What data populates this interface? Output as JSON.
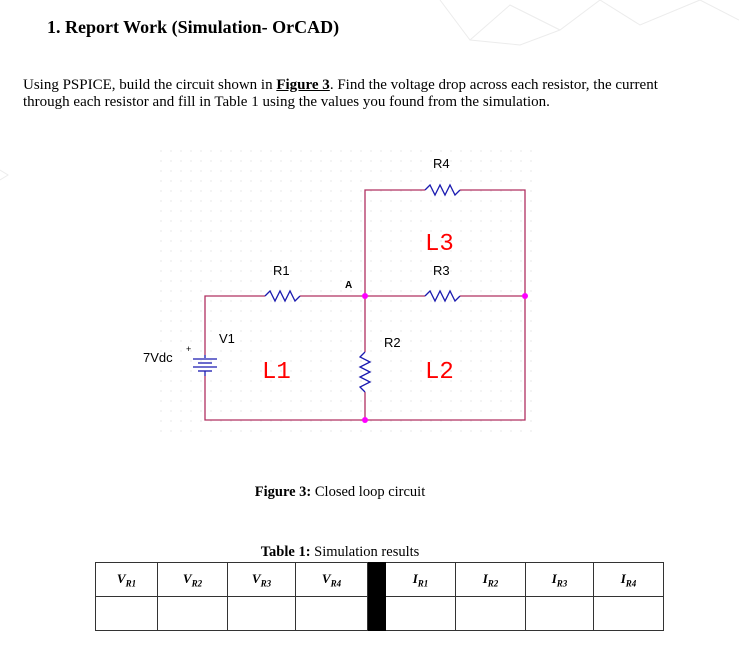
{
  "section": {
    "title": "1. Report Work (Simulation- OrCAD)"
  },
  "instructions": {
    "before": "Using PSPICE, build the circuit shown in ",
    "link": "Figure 3",
    "after": ". Find the voltage drop across each resistor, the current through each resistor and fill in Table 1 using the values you found from the simulation."
  },
  "circuit": {
    "source_value": "7Vdc",
    "source_plus": "+",
    "source_name": "V1",
    "node_label": "A",
    "resistors": {
      "r1": "R1",
      "r2": "R2",
      "r3": "R3",
      "r4": "R4"
    },
    "loops": {
      "l1": "L1",
      "l2": "L2",
      "l3": "L3"
    },
    "colors": {
      "wire": "#b03060",
      "resistor": "#1a1ab0",
      "node": "#ff00ff",
      "loop_label": "#ff0000",
      "grid": "#d8d8d8"
    }
  },
  "figure": {
    "label": "Figure 3:",
    "caption": " Closed loop circuit"
  },
  "table": {
    "label": "Table 1:",
    "caption": " Simulation results",
    "headers": [
      {
        "sym": "V",
        "sub": "R1"
      },
      {
        "sym": "V",
        "sub": "R2"
      },
      {
        "sym": "V",
        "sub": "R3"
      },
      {
        "sym": "V",
        "sub": "R4"
      },
      {
        "sym": "",
        "sub": ""
      },
      {
        "sym": "I",
        "sub": "R1"
      },
      {
        "sym": "I",
        "sub": "R2"
      },
      {
        "sym": "I",
        "sub": "R3"
      },
      {
        "sym": "I",
        "sub": "R4"
      }
    ],
    "values": [
      "",
      "",
      "",
      "",
      "",
      "",
      "",
      "",
      ""
    ]
  }
}
